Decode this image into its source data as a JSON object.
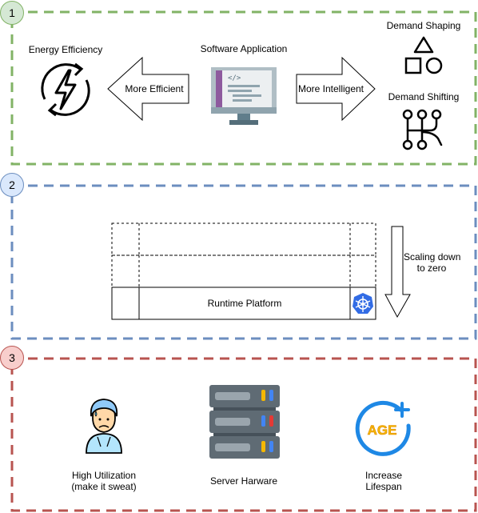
{
  "sections": [
    {
      "number": "1",
      "color": "#82b366",
      "badge_fill": "#d5e8d4"
    },
    {
      "number": "2",
      "color": "#6c8ebf",
      "badge_fill": "#dae8fc"
    },
    {
      "number": "3",
      "color": "#b85450",
      "badge_fill": "#f8cecc"
    }
  ],
  "section1": {
    "energy_label": "Energy Efficiency",
    "software_label": "Software Application",
    "left_arrow_label": "More Efficient",
    "right_arrow_label": "More Intelligent",
    "demand_shaping_label": "Demand Shaping",
    "demand_shifting_label": "Demand Shifting"
  },
  "section2": {
    "runtime_label": "Runtime Platform",
    "scaling_label_line1": "Scaling down",
    "scaling_label_line2": "to zero",
    "kubernetes_color": "#326ce5"
  },
  "section3": {
    "utilization_line1": "High Utilization",
    "utilization_line2": "(make it sweat)",
    "server_label": "Server Harware",
    "lifespan_line1": "Increase",
    "lifespan_line2": "Lifespan",
    "age_text": "AGE",
    "age_color": "#1e88e5",
    "age_text_color": "#f5b800"
  },
  "icons": [
    "lightning-cycle-icon",
    "monitor-code-icon",
    "shapes-icon",
    "branch-icon",
    "kubernetes-icon",
    "sweating-person-icon",
    "server-rack-icon",
    "age-plus-icon"
  ]
}
